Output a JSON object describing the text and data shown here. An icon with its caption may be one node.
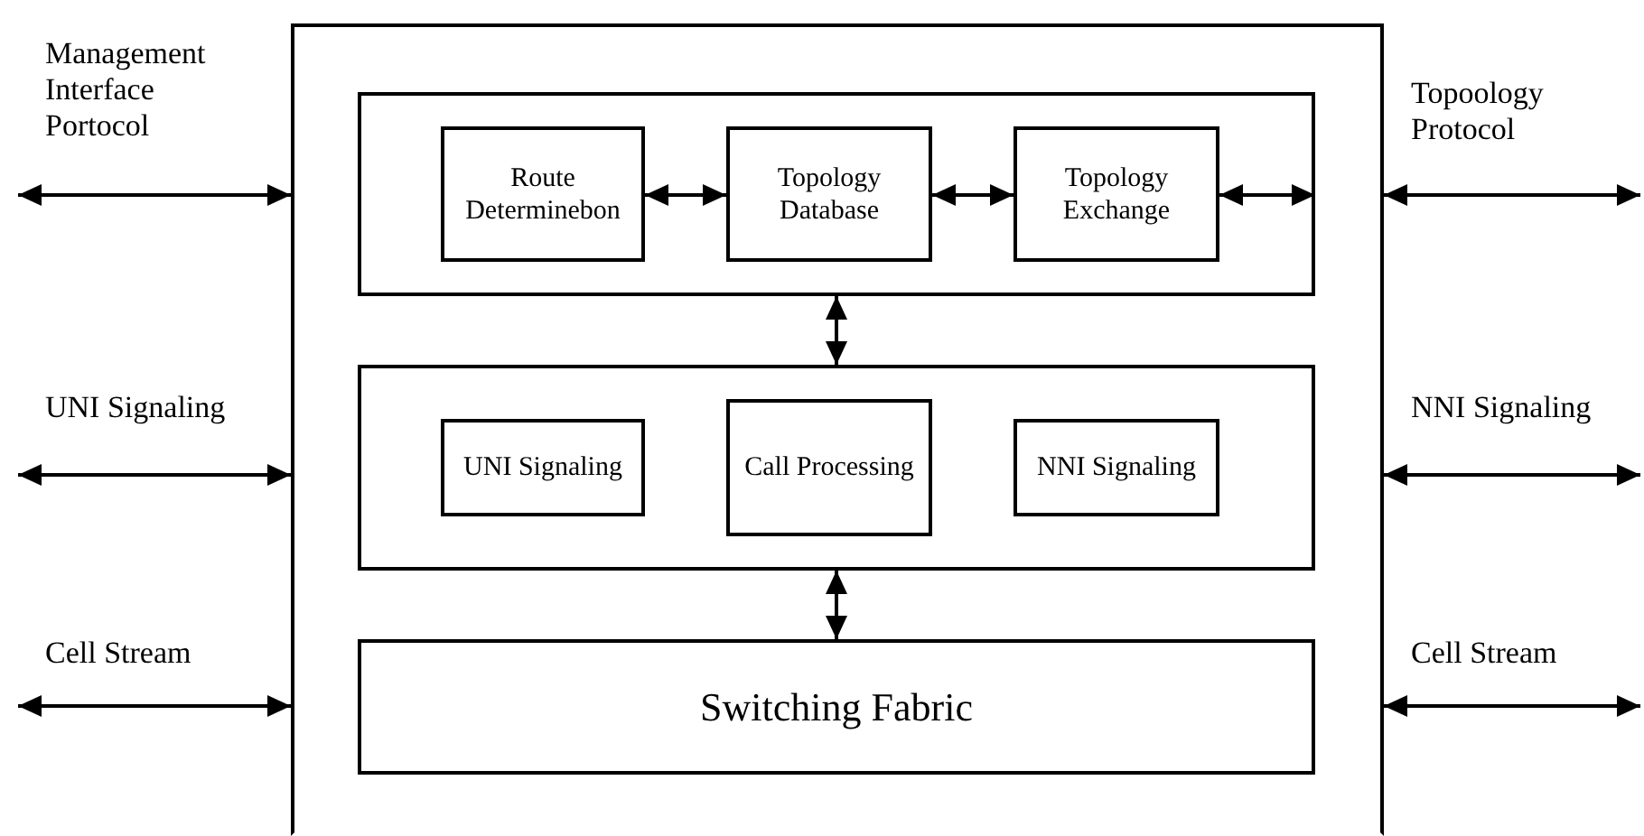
{
  "diagram": {
    "nodes": [
      {
        "text": [],
        "shape": "box"
      },
      {
        "text": [],
        "shape": "box",
        "in": 0
      },
      {
        "text": [
          "Route Determinebon"
        ],
        "in": 1
      },
      {
        "text": [
          "Topology Database"
        ],
        "in": 1
      },
      {
        "text": [
          "Topology Exchange"
        ],
        "in": 1
      },
      {
        "text": [],
        "shape": "box",
        "in": 0
      },
      {
        "text": [
          "UNI Signaling"
        ],
        "in": 5
      },
      {
        "text": [
          "Call Processing"
        ],
        "in": 5
      },
      {
        "text": [
          "NNI Signaling"
        ],
        "in": 5
      },
      {
        "text": [
          "Switching Fabric"
        ],
        "in": 0
      }
    ],
    "edges": [
      {
        "from": null,
        "to": 0,
        "arrow": "both",
        "label": "Management Interface Portocol"
      },
      {
        "from": null,
        "to": 0,
        "arrow": "both",
        "label": "UNI Signaling"
      },
      {
        "from": null,
        "to": 0,
        "arrow": "both",
        "label": "Cell Stream"
      },
      {
        "from": 2,
        "to": 3,
        "arrow": "both"
      },
      {
        "from": 3,
        "to": 4,
        "arrow": "both"
      },
      {
        "from": 4,
        "to": 1,
        "arrow": "both"
      },
      {
        "from": 1,
        "to": 5,
        "arrow": "both"
      },
      {
        "from": 5,
        "to": 9,
        "arrow": "both"
      },
      {
        "from": 0,
        "to": null,
        "arrow": "both",
        "label": "Topoology Protocol"
      },
      {
        "from": 0,
        "to": null,
        "arrow": "both",
        "label": "NNI Signaling"
      },
      {
        "from": 0,
        "to": null,
        "arrow": "both",
        "label": "Cell Stream"
      }
    ]
  }
}
